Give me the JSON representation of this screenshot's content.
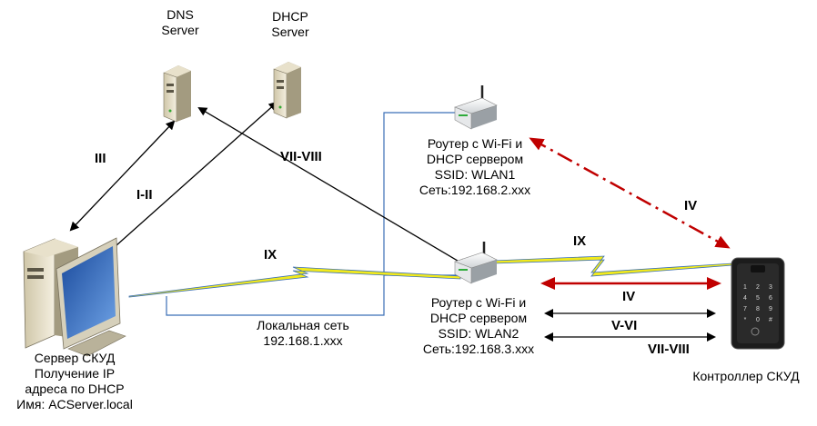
{
  "nodes": {
    "dns": {
      "line1": "DNS",
      "line2": "Server"
    },
    "dhcp": {
      "line1": "DHCP",
      "line2": "Server"
    },
    "router1": {
      "line1": "Роутер с Wi-Fi и",
      "line2": "DHCP сервером",
      "line3": "SSID: WLAN1",
      "line4": "Сеть:192.168.2.xxx"
    },
    "router2": {
      "line1": "Роутер с Wi-Fi и",
      "line2": "DHCP сервером",
      "line3": "SSID: WLAN2",
      "line4": "Сеть:192.168.3.xxx"
    },
    "server": {
      "line1": "Сервер СКУД",
      "line2": "Получение IP",
      "line3": "адреса по DHCP",
      "line4": "Имя: ACServer.local"
    },
    "lan": {
      "line1": "Локальная сеть",
      "line2": "192.168.1.xxx"
    },
    "controller": {
      "label": "Контроллер СКУД",
      "keypad": [
        "1",
        "2",
        "3",
        "4",
        "5",
        "6",
        "7",
        "8",
        "9",
        "*",
        "0",
        "#"
      ]
    }
  },
  "steps": {
    "iii": "III",
    "i_ii": "I-II",
    "vii_viii_top": "VII-VIII",
    "ix_left": "IX",
    "ix_right": "IX",
    "iv_dash": "IV",
    "iv_red": "IV",
    "v_vi": "V-VI",
    "vii_viii_bottom": "VII-VIII"
  },
  "colors": {
    "network_line": "#3b6fb6",
    "wireless": "#f2ea1c",
    "red_arrow": "#c00000",
    "black_arrow": "#000000"
  }
}
